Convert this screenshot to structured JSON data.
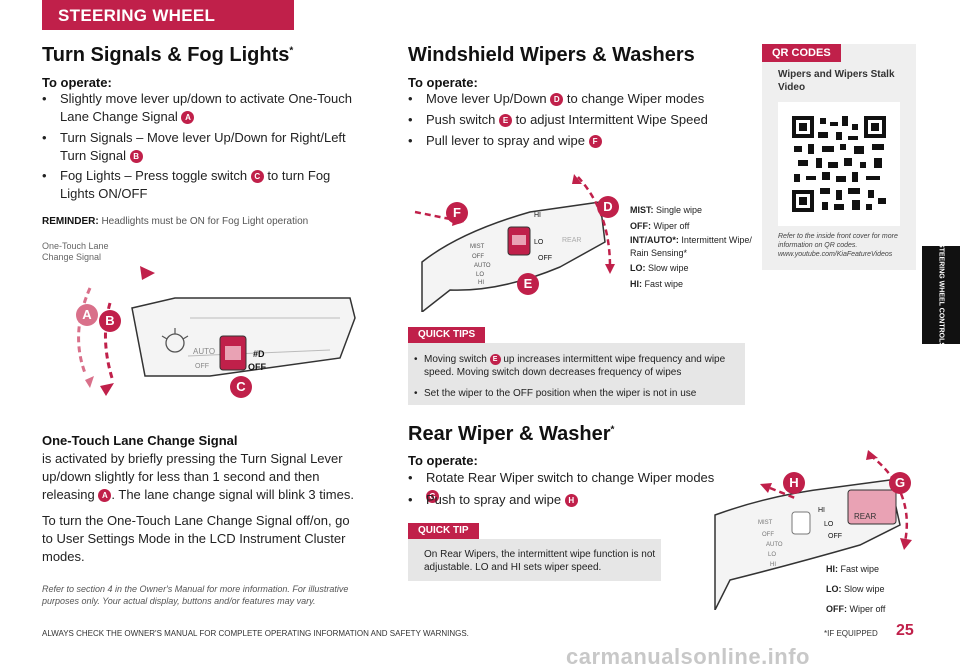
{
  "header": {
    "title": "STEERING WHEEL CONTROLS"
  },
  "side_tab": {
    "text": "STEERING WHEEL CONTROLS"
  },
  "turn_signals": {
    "title": "Turn Signals & Fog Lights",
    "title_mark": "*",
    "subtitle": "To operate:",
    "bullets": [
      {
        "text": "Slightly move lever up/down to activate One-Touch Lane Change Signal",
        "badge": "A"
      },
      {
        "text": "Turn Signals – Move lever Up/Down for Right/Left Turn Signal",
        "badge": "B"
      },
      {
        "text_before": "Fog Lights – Press toggle switch",
        "badge": "C",
        "text_after": "to turn Fog Lights ON/OFF"
      }
    ],
    "reminder_label": "REMINDER:",
    "reminder_text": "Headlights must be ON for Fog Light operation",
    "callout": "One-Touch Lane Change Signal",
    "diagram_labels": {
      "a": "A",
      "b": "B",
      "c": "C",
      "auto": "AUTO",
      "off": "OFF",
      "fog": "#D",
      "off2": "OFF"
    }
  },
  "one_touch": {
    "heading": "One-Touch Lane Change Signal",
    "para1_a": "is activated by briefly pressing the Turn Signal Lever up/down slightly for less than 1 second and then releasing",
    "para1_badge": "A",
    "para1_b": ". The lane change signal will blink 3 times.",
    "para2": "To turn the One-Touch Lane Change Signal off/on, go to User Settings Mode in the LCD Instrument Cluster modes."
  },
  "disclaimer": "Refer to section 4 in the Owner's Manual for more information. For illustrative purposes only. Your actual display, buttons and/or features may vary.",
  "wipers": {
    "title": "Windshield Wipers & Washers",
    "subtitle": "To operate:",
    "bullets": [
      {
        "text_before": "Move lever Up/Down",
        "badge": "D",
        "text_after": "to change Wiper modes"
      },
      {
        "text_before": "Push switch",
        "badge": "E",
        "text_after": "to adjust Intermittent Wipe Speed"
      },
      {
        "text_before": "Pull lever to spray and wipe",
        "badge": "F",
        "text_after": ""
      }
    ],
    "modes": [
      {
        "label": "MIST:",
        "desc": "Single wipe"
      },
      {
        "label": "OFF:",
        "desc": "Wiper off"
      },
      {
        "label": "INT/AUTO*:",
        "desc": "Intermittent Wipe/ Rain Sensing*"
      },
      {
        "label": "LO:",
        "desc": "Slow wipe"
      },
      {
        "label": "HI:",
        "desc": "Fast wipe"
      }
    ],
    "diagram_labels": {
      "d": "D",
      "e": "E",
      "f": "F",
      "hi": "HI",
      "lo": "LO",
      "off": "OFF",
      "rear": "REAR",
      "mist": "MIST",
      "off_s": "OFF",
      "auto": "AUTO",
      "lo_s": "LO",
      "hi_s": "HI"
    }
  },
  "quick_tips": {
    "tag": "QUICK TIPS",
    "items": [
      {
        "text_before": "Moving switch",
        "badge": "E",
        "text_after": "up increases intermittent wipe frequency and wipe speed. Moving switch down decreases frequency of wipes"
      },
      {
        "text_before": "Set the wiper to the OFF position when the wiper is not in use",
        "badge": "",
        "text_after": ""
      }
    ]
  },
  "qr": {
    "tag": "QR CODES",
    "title": "Wipers and Wipers Stalk Video",
    "note": "Refer to the inside front cover for more information on QR codes. www.youtube.com/KiaFeatureVideos"
  },
  "rear_wiper": {
    "title": "Rear Wiper & Washer",
    "title_mark": "*",
    "subtitle": "To operate:",
    "bullets": [
      {
        "text_before": "Rotate Rear Wiper switch to change Wiper modes",
        "badge": "G",
        "text_after": ""
      },
      {
        "text_before": "Push to spray and wipe",
        "badge": "H",
        "text_after": ""
      }
    ],
    "modes": [
      {
        "label": "HI:",
        "desc": "Fast wipe"
      },
      {
        "label": "LO:",
        "desc": "Slow wipe"
      },
      {
        "label": "OFF:",
        "desc": "Wiper off"
      }
    ],
    "diagram_labels": {
      "g": "G",
      "h": "H",
      "hi": "HI",
      "lo": "LO",
      "off": "OFF",
      "rear": "REAR",
      "mist": "MIST",
      "off_s": "OFF",
      "auto": "AUTO",
      "lo_s": "LO",
      "hi_s": "HI"
    }
  },
  "quick_tip": {
    "tag": "QUICK TIP",
    "text": "On Rear Wipers, the intermittent wipe function is not adjustable. LO and HI sets wiper speed."
  },
  "footer": {
    "left": "ALWAYS CHECK THE OWNER'S MANUAL FOR COMPLETE OPERATING INFORMATION AND SAFETY WARNINGS.",
    "equipped": "*IF EQUIPPED",
    "page": "25",
    "watermark": "carmanualsonline.info"
  },
  "colors": {
    "accent": "#c0204a",
    "accent_light": "#d9708a",
    "panel": "#e6e6e6"
  }
}
